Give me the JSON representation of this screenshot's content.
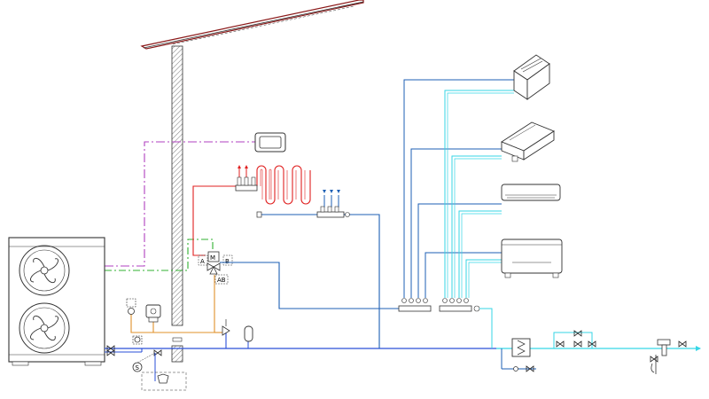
{
  "valve": {
    "port_a": "A",
    "port_b": "B",
    "port_ab": "AB",
    "motor": "M"
  },
  "sensor_label": "S",
  "colors": {
    "control": "#b040c0",
    "signal": "#30b030",
    "hot_supply": "#e02020",
    "return": "#1d5fb5",
    "cold_water": "#2a4fd8",
    "fan_coil": "#36d6e6",
    "fill_water": "#e0902a",
    "wall_hatch": "#777777"
  },
  "icons": {
    "heat_pump": "outdoor-heat-pump-icon",
    "controller": "wall-controller-icon",
    "fcu_ceiling": "ceiling-cassette-icon",
    "fcu_duct": "ducted-unit-icon",
    "fcu_wall": "wall-split-icon",
    "fcu_floor": "floor-console-icon"
  }
}
